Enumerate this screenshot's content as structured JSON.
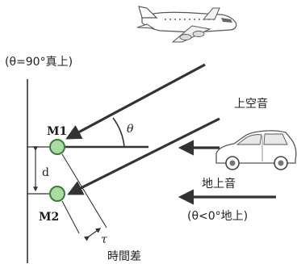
{
  "labels": {
    "vertical_note": "(θ=90°真上)",
    "sky_sound": "上空音",
    "ground_sound": "地上音",
    "ground_note": "(θ<0°地上)",
    "time_difference": "時間差",
    "mic1": "M1",
    "mic2": "M2",
    "spacing": "d",
    "angle": "θ",
    "delay": "τ"
  },
  "icons": {
    "airplane": "airplane-icon",
    "car": "car-icon",
    "microphone": "microphone-icon"
  },
  "colors": {
    "line": "#333333",
    "mic_fill": "#a9dca0",
    "mic_stroke": "#3e7a3a",
    "text": "#222222"
  }
}
